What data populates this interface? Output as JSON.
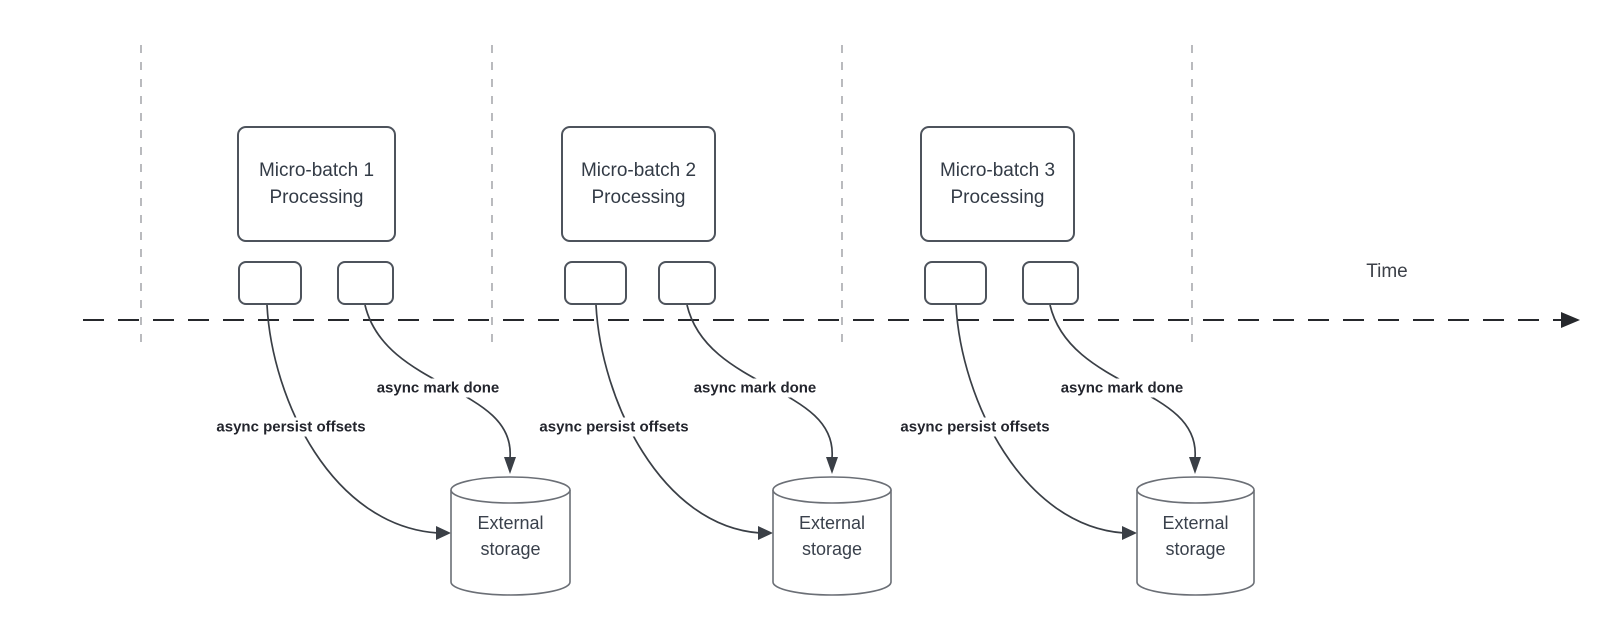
{
  "diagram_type": "micro-batch streaming timeline",
  "colors": {
    "background": "#ffffff",
    "shape_stroke": "#4d535c",
    "cylinder_stroke": "#6b6f76",
    "connector_stroke": "#3a3f46",
    "timeline_stroke": "#26282c",
    "boundary_line_stroke": "#a8aaae",
    "box_text": "#333b46",
    "bold_label_text": "#23252d"
  },
  "time_axis": {
    "label": "Time"
  },
  "batches": [
    {
      "title_line1": "Micro-batch 1",
      "title_line2": "Processing",
      "persist_label": "async persist offsets",
      "mark_done_label": "async mark done",
      "storage_line1": "External",
      "storage_line2": "storage"
    },
    {
      "title_line1": "Micro-batch 2",
      "title_line2": "Processing",
      "persist_label": "async persist offsets",
      "mark_done_label": "async mark done",
      "storage_line1": "External",
      "storage_line2": "storage"
    },
    {
      "title_line1": "Micro-batch 3",
      "title_line2": "Processing",
      "persist_label": "async persist offsets",
      "mark_done_label": "async mark done",
      "storage_line1": "External",
      "storage_line2": "storage"
    }
  ]
}
